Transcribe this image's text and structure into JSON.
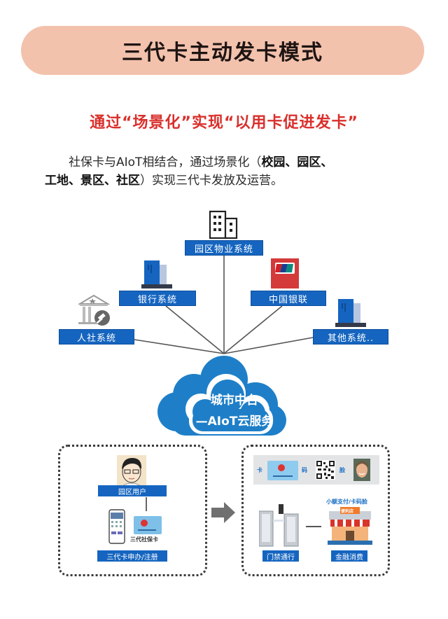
{
  "header": {
    "title": "三代卡主动发卡模式",
    "subtitle": "通过“场景化”实现“以用卡促进发卡”"
  },
  "intro": {
    "part1": "社保卡与AIoT相结合，通过场景化（",
    "bold1": "校园、园区、",
    "bold2": "工地、景区、社区",
    "part2": "）实现三代卡发放及运营。"
  },
  "diagram": {
    "nodes": [
      {
        "id": "park",
        "label": "园区物业系统",
        "icon": "office-building-icon"
      },
      {
        "id": "bank",
        "label": "银行系统",
        "icon": "bank-building-icon"
      },
      {
        "id": "unionpay",
        "label": "中国银联",
        "icon": "unionpay-card-icon"
      },
      {
        "id": "hr",
        "label": "人社系统",
        "icon": "government-gavel-icon"
      },
      {
        "id": "other",
        "label": "其他系统..",
        "icon": "server-building-icon"
      }
    ],
    "cloud": {
      "line1": "城市中台",
      "line2": "—AIoT云服务",
      "color": "#1e7fc8"
    }
  },
  "left_panel": {
    "user_label": "园区用户",
    "card_caption": "三代社保卡",
    "apply_label": "三代卡申办/注册"
  },
  "right_panel": {
    "modes": [
      "卡",
      "码",
      "脸"
    ],
    "pay_caption": "小额支付/卡码脸",
    "gate_label": "门禁通行",
    "shop_sign": "便利店",
    "finance_label": "金融消费"
  },
  "colors": {
    "pill": "#f2c2ad",
    "subtitle": "#d9302c",
    "label_blue": "#1565c0"
  }
}
